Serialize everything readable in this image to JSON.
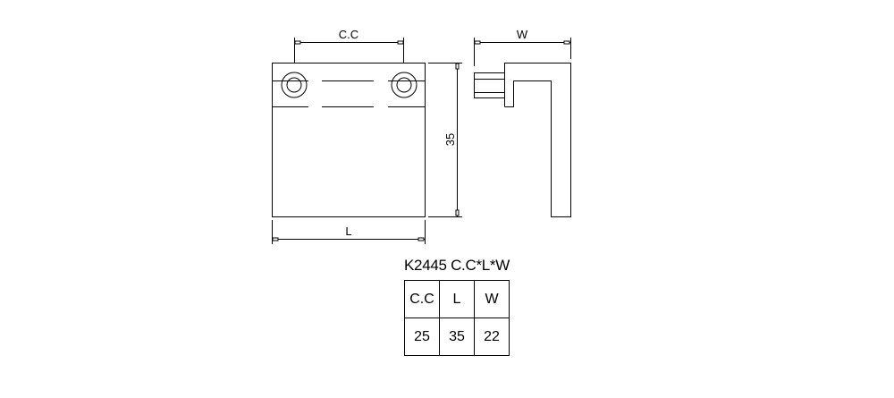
{
  "drawing": {
    "front_view": {
      "cc_label": "C.C",
      "height_label": "35",
      "length_label": "L"
    },
    "side_view": {
      "width_label": "W"
    }
  },
  "spec": {
    "title": "K2445 C.C*L*W",
    "headers": [
      "C.C",
      "L",
      "W"
    ],
    "values": [
      "25",
      "35",
      "22"
    ]
  }
}
